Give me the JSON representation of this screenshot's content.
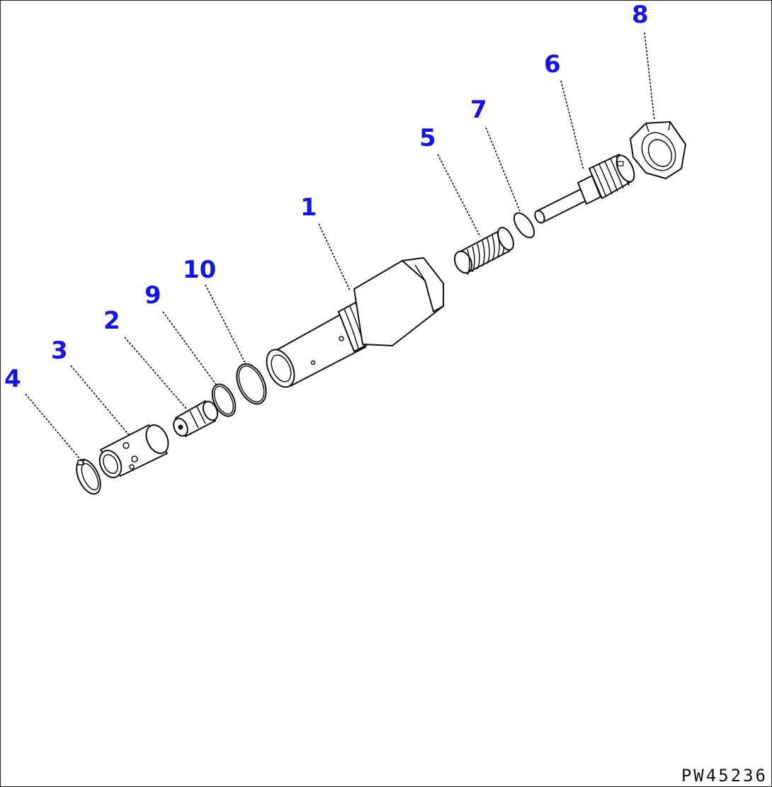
{
  "drawing_id": "PW45236",
  "callouts": [
    {
      "number": "1",
      "part": "body"
    },
    {
      "number": "2",
      "part": "spool"
    },
    {
      "number": "3",
      "part": "sleeve"
    },
    {
      "number": "4",
      "part": "snap-ring"
    },
    {
      "number": "5",
      "part": "spring"
    },
    {
      "number": "6",
      "part": "adjusting-screw"
    },
    {
      "number": "7",
      "part": "disc"
    },
    {
      "number": "8",
      "part": "lock-nut"
    },
    {
      "number": "9",
      "part": "o-ring-small"
    },
    {
      "number": "10",
      "part": "o-ring-large"
    }
  ],
  "colors": {
    "callout": "#1414e6",
    "line": "#111111",
    "background": "#ffffff"
  }
}
